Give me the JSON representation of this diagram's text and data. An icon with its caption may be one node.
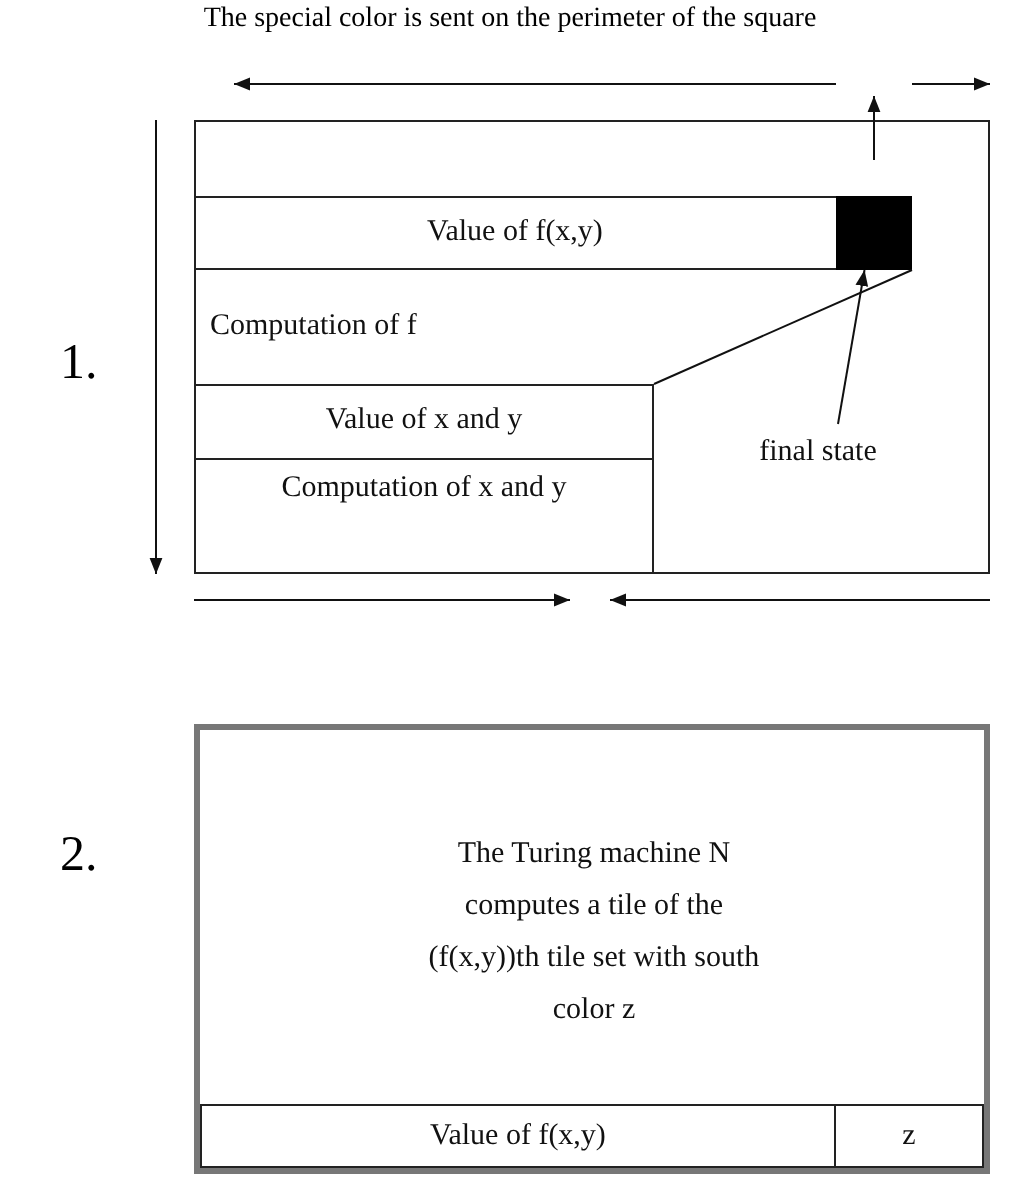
{
  "diagram": {
    "title": "The special color is sent on the perimeter of the square",
    "nodes": [
      {
        "text": [
          "Computation of f"
        ]
      },
      {
        "text": [
          "Value of f(x,y)"
        ],
        "in": 0
      },
      {
        "text": [],
        "shape": "box",
        "in": 1
      },
      {
        "text": [
          "Value of x and y"
        ],
        "in": 0
      },
      {
        "text": [
          "Computation of x and y"
        ],
        "in": 0
      },
      {
        "text": [
          "final state"
        ],
        "in": 0
      },
      {
        "text": [
          "The Turing machine N computes a tile of the (f(x,y))th tile set with south color z"
        ]
      },
      {
        "text": [
          "Value of f(x,y)"
        ],
        "in": 6
      },
      {
        "text": [
          "z"
        ],
        "in": 6
      }
    ],
    "edges": [
      {
        "from": 5,
        "to": 2,
        "arrow": "to"
      }
    ],
    "labels": [
      "1.",
      "2."
    ]
  }
}
